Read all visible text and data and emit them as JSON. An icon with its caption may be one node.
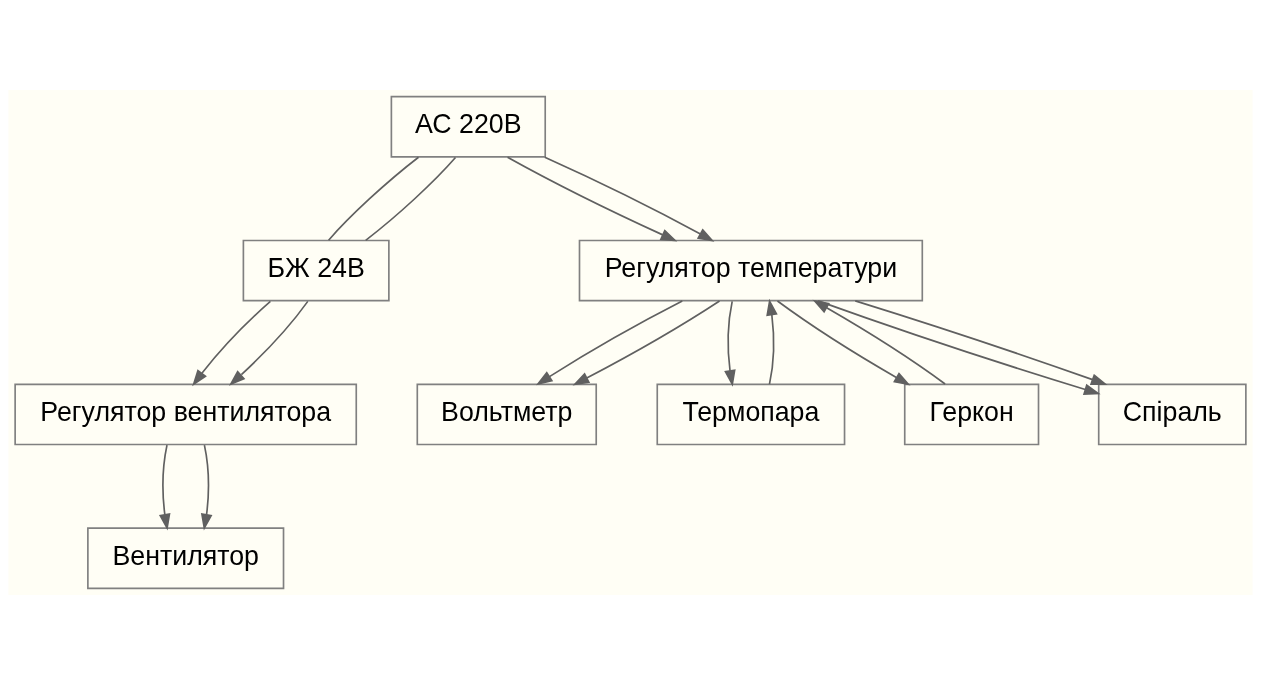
{
  "diagram": {
    "nodes": [
      {
        "text": [
          "АС 220В"
        ]
      },
      {
        "text": [
          "БЖ 24В"
        ]
      },
      {
        "text": [
          "Регулятор вентилятора"
        ]
      },
      {
        "text": [
          "Вентилятор"
        ]
      },
      {
        "text": [
          "Вольтметр"
        ]
      },
      {
        "text": [
          "Регулятор температури"
        ]
      },
      {
        "text": [
          "Термопара"
        ]
      },
      {
        "text": [
          "Геркон"
        ]
      },
      {
        "text": [
          "Спіраль"
        ]
      }
    ],
    "edges": [
      {
        "from": 0,
        "to": 1,
        "arrow": "none"
      },
      {
        "from": 0,
        "to": 1,
        "arrow": "none"
      },
      {
        "from": 0,
        "to": 5,
        "arrow": "to"
      },
      {
        "from": 0,
        "to": 5,
        "arrow": "to"
      },
      {
        "from": 1,
        "to": 2,
        "arrow": "to"
      },
      {
        "from": 1,
        "to": 2,
        "arrow": "to"
      },
      {
        "from": 2,
        "to": 3,
        "arrow": "to"
      },
      {
        "from": 2,
        "to": 3,
        "arrow": "to"
      },
      {
        "from": 5,
        "to": 4,
        "arrow": "to"
      },
      {
        "from": 5,
        "to": 4,
        "arrow": "to"
      },
      {
        "from": 6,
        "to": 5,
        "arrow": "to"
      },
      {
        "from": 5,
        "to": 6,
        "arrow": "to"
      },
      {
        "from": 5,
        "to": 7,
        "arrow": "to"
      },
      {
        "from": 7,
        "to": 5,
        "arrow": "to"
      },
      {
        "from": 5,
        "to": 8,
        "arrow": "to"
      },
      {
        "from": 5,
        "to": 8,
        "arrow": "to"
      }
    ]
  }
}
